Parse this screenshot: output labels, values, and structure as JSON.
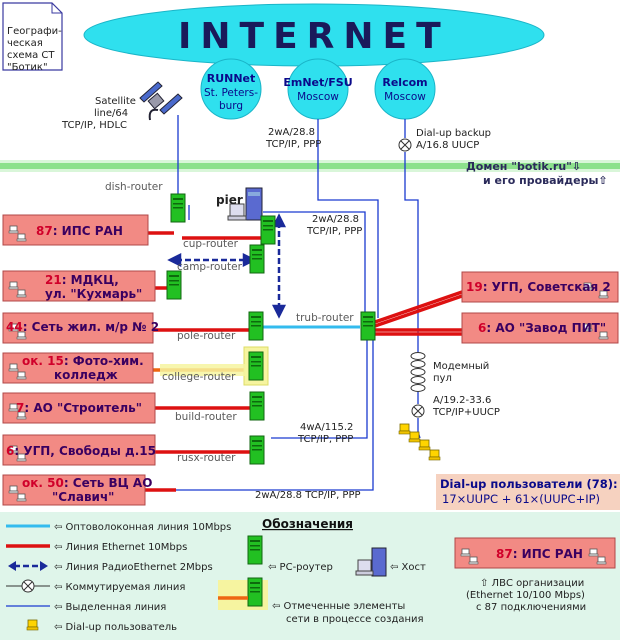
{
  "note": {
    "lines": [
      "Географи-",
      "ческая",
      "схема СТ",
      "\"Ботик\""
    ]
  },
  "internet_label": "INTERNET",
  "providers": [
    {
      "id": "runnet",
      "name": "RUNNet",
      "city": "St. Peters-",
      "city2": "burg"
    },
    {
      "id": "emnet",
      "name": "EmNet/FSU",
      "city": "Moscow",
      "city2": ""
    },
    {
      "id": "relcom",
      "name": "Relcom",
      "city": "Moscow",
      "city2": ""
    }
  ],
  "satellite": {
    "lines": [
      "Satellite",
      "line/64",
      "TCP/IP, HDLC"
    ]
  },
  "link_emnet": {
    "lines": [
      "2wA/28.8",
      "TCP/IP, PPP"
    ]
  },
  "link_relcom": {
    "lines": [
      "Dial-up backup",
      "A/16.8 UUCP"
    ]
  },
  "domain_banner": {
    "line1": "Домен \"botik.ru\"⇩",
    "line2": "и его провайдеры⇧"
  },
  "host_label": "pier",
  "routers": {
    "dish": "dish-router",
    "cup": "cup-router",
    "camp": "camp-router",
    "pole": "pole-router",
    "college": "college-router",
    "build": "build-router",
    "rusx": "rusx-router",
    "trub": "trub-router"
  },
  "links": {
    "cup_trub": [
      "2wA/28.8",
      "TCP/IP, PPP"
    ],
    "rusx": [
      "4wA/115.2",
      "TCP/IP, PPP"
    ],
    "bottom": "2wA/28.8 TCP/IP, PPP",
    "modem_pool": [
      "Модемный",
      "пул"
    ],
    "dialup_link": [
      "A/19.2-33.6",
      "TCP/IP+UUCP"
    ]
  },
  "lans": [
    {
      "id": "ips",
      "num": "87",
      "name": ": ИПС РАН",
      "line2": ""
    },
    {
      "id": "mdkc",
      "num": "21",
      "name": ": МДКЦ,",
      "line2": "ул. \"Кухмарь\""
    },
    {
      "id": "sett",
      "num": "44",
      "name": ": Сеть жил. м/р № 2",
      "line2": ""
    },
    {
      "id": "photo",
      "num": "ок. 15",
      "name": ": Фото-хим.",
      "line2": "колледж"
    },
    {
      "id": "stroit",
      "num": "7",
      "name": ": АО \"Строитель\"",
      "line2": ""
    },
    {
      "id": "ugp_sv",
      "num": "6",
      "name": ": УГП, Свободы д.15",
      "line2": ""
    },
    {
      "id": "vcao",
      "num": "ок. 50",
      "name": ": Сеть ВЦ АО",
      "line2": "\"Славич\""
    },
    {
      "id": "ugp_sov",
      "num": "19",
      "name": ": УГП, Советская 2",
      "line2": ""
    },
    {
      "id": "zavod",
      "num": "6",
      "name": ": АО \"Завод ПИТ\"",
      "line2": ""
    }
  ],
  "dialup_users": {
    "line1": "Dial-up пользователи (78):",
    "line2": "17×UUPC + 61×(UUPC+IP)"
  },
  "legend": {
    "title": "Обозначения",
    "items": [
      "⇦ Оптоволоконная линия 10Mbps",
      "⇦ Линия Ethernet 10Mbps",
      "⇦ Линия РадиоEthernet 2Mbps",
      "⇦ Коммутируемая линия",
      "⇦ Выделенная линия",
      "⇦ Dial-up пользователь"
    ],
    "router": "⇦ PC-роутер",
    "host": "⇦ Хост",
    "creating": [
      "⇦ Отмеченные элементы",
      "сети в процессе создания"
    ],
    "lan_sample": {
      "num": "87",
      "name": ": ИПС РАН"
    },
    "lan_desc": [
      "⇧ ЛВС организации",
      "(Ethernet 10/100 Mbps)",
      "с 87 подключениями"
    ]
  },
  "colors": {
    "fiber": "#33bbee",
    "ethernet": "#dd1111",
    "radio": "#1a2a9a",
    "leased": "#1a3ad0",
    "lan_fill": "#f28a84",
    "router": "#22c022",
    "cloud": "#22ddee",
    "domain": "#33cc33",
    "legend_bg": "#dff5ea",
    "creating": "#f6f4a0"
  }
}
